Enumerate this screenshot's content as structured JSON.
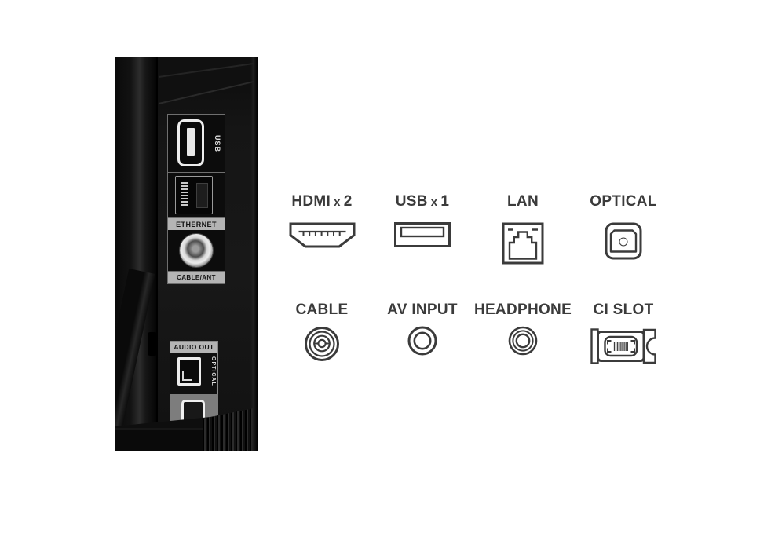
{
  "page": {
    "background": "#ffffff"
  },
  "tv_panel": {
    "usb_label": "USB",
    "ethernet_label": "ETHERNET",
    "cable_ant_label": "CABLE/ANT",
    "audio_out_label": "AUDIO OUT",
    "optical_label": "OPTICAL"
  },
  "legend": {
    "text_color": "#3b3b3b",
    "items": [
      {
        "name": "HDMI",
        "mult": "x",
        "count": "2",
        "icon": "hdmi-port-icon"
      },
      {
        "name": "USB",
        "mult": "x",
        "count": "1",
        "icon": "usb-port-icon"
      },
      {
        "name": "LAN",
        "icon": "lan-port-icon"
      },
      {
        "name": "OPTICAL",
        "icon": "optical-port-icon"
      },
      {
        "name": "CABLE",
        "icon": "cable-port-icon"
      },
      {
        "name": "AV INPUT",
        "icon": "av-input-port-icon"
      },
      {
        "name": "HEADPHONE",
        "icon": "headphone-port-icon"
      },
      {
        "name": "CI SLOT",
        "icon": "ci-slot-icon"
      }
    ]
  }
}
